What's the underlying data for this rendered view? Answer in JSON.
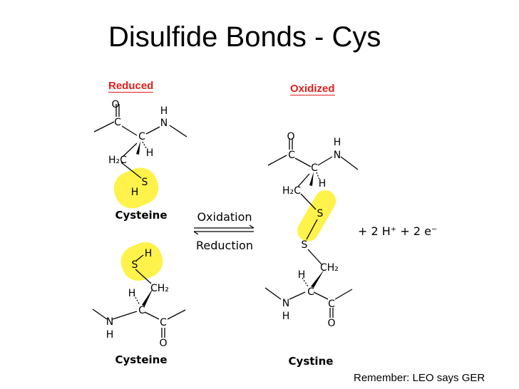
{
  "title": "Disulfide Bonds - Cys",
  "labels": {
    "reduced": "Reduced",
    "oxidized": "Oxidized"
  },
  "molecules": {
    "cysteine_top": "Cysteine",
    "cysteine_bottom": "Cysteine",
    "cystine": "Cystine"
  },
  "reaction": {
    "forward": "Oxidation",
    "reverse": "Reduction",
    "products": "+ 2 H⁺ + 2 e⁻"
  },
  "atoms": {
    "O": "O",
    "C": "C",
    "H": "H",
    "N": "N",
    "S": "S",
    "H2C": "H₂C",
    "CH2": "CH₂"
  },
  "colors": {
    "highlight": "#fff24a",
    "label_red": "#e0201c"
  },
  "footer": "Remember: LEO says GER"
}
